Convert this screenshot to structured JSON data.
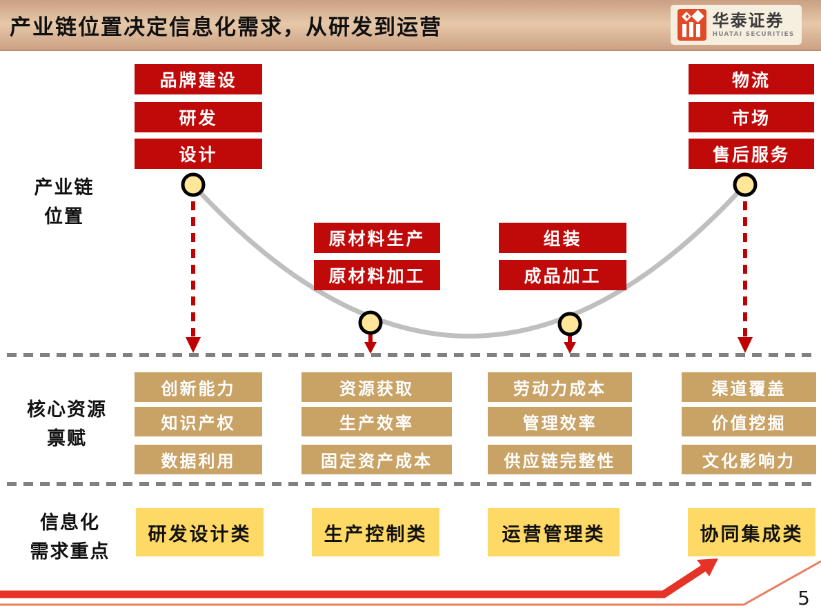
{
  "header": {
    "title": "产业链位置决定信息化需求，从研发到运营",
    "logo": {
      "cn": "华泰证券",
      "en": "HUATAI SECURITIES"
    }
  },
  "row_labels": {
    "chain": {
      "line1": "产业链",
      "line2": "位置"
    },
    "resource": {
      "line1": "核心资源",
      "line2": "禀赋"
    },
    "it": {
      "line1": "信息化",
      "line2": "需求重点"
    }
  },
  "chain": {
    "top_left": {
      "items": [
        "品牌建设",
        "研发",
        "设计"
      ]
    },
    "mid_left": {
      "items": [
        "原材料生产",
        "原材料加工"
      ]
    },
    "mid_right": {
      "items": [
        "组装",
        "成品加工"
      ]
    },
    "top_right": {
      "items": [
        "物流",
        "市场",
        "售后服务"
      ]
    }
  },
  "resources": {
    "col1": {
      "items": [
        "创新能力",
        "知识产权",
        "数据利用"
      ]
    },
    "col2": {
      "items": [
        "资源获取",
        "生产效率",
        "固定资产成本"
      ]
    },
    "col3": {
      "items": [
        "劳动力成本",
        "管理效率",
        "供应链完整性"
      ]
    },
    "col4": {
      "items": [
        "渠道覆盖",
        "价值挖掘",
        "文化影响力"
      ]
    }
  },
  "it_focus": {
    "items": [
      "研发设计类",
      "生产控制类",
      "运营管理类",
      "协同集成类"
    ]
  },
  "page_number": "5",
  "colors": {
    "box_red": "#c00909",
    "box_tan": "#c9a265",
    "box_yellow": "#ffd966",
    "curve_gray": "#bfbfbf",
    "dash_gray": "#808080",
    "arrow_red": "#c00000",
    "bottom_arrow_red": "#e63328",
    "bottom_line_orange": "#e97c5e",
    "circle_fill": "#ffe699",
    "header_tan": "#cda183"
  }
}
